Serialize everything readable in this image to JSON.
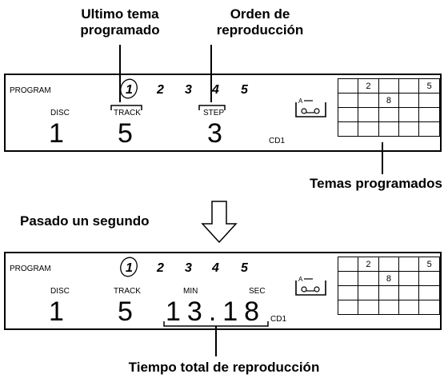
{
  "callouts": {
    "last_track_line1": "Ultimo tema",
    "last_track_line2": "programado",
    "play_order_line1": "Orden de",
    "play_order_line2": "reproducción",
    "programmed_tracks": "Temas programados",
    "after_one_second": "Pasado un segundo",
    "total_play_time": "Tiempo total de reproducción"
  },
  "display_top": {
    "program_label": "PROGRAM",
    "disc_label": "DISC",
    "track_label": "TRACK",
    "step_label": "STEP",
    "disc_value": "1",
    "track_value": "5",
    "step_value": "3",
    "cd_label": "CD1",
    "steps": [
      "1",
      "2",
      "3",
      "4",
      "5"
    ],
    "grid": [
      [
        "",
        "2",
        "",
        "",
        "5"
      ],
      [
        "",
        "",
        "8",
        "",
        ""
      ],
      [
        "",
        "",
        "",
        "",
        ""
      ],
      [
        "",
        "",
        "",
        "",
        ""
      ]
    ]
  },
  "display_bottom": {
    "program_label": "PROGRAM",
    "disc_label": "DISC",
    "track_label": "TRACK",
    "min_label": "MIN",
    "sec_label": "SEC",
    "disc_value": "1",
    "track_value": "5",
    "time_value": "13.18",
    "cd_label": "CD1",
    "steps": [
      "1",
      "2",
      "3",
      "4",
      "5"
    ],
    "grid": [
      [
        "",
        "2",
        "",
        "",
        "5"
      ],
      [
        "",
        "",
        "8",
        "",
        ""
      ],
      [
        "",
        "",
        "",
        "",
        ""
      ],
      [
        "",
        "",
        "",
        "",
        ""
      ]
    ]
  },
  "icons": {
    "tape": "cassette-icon",
    "arrow": "down-arrow-icon"
  }
}
